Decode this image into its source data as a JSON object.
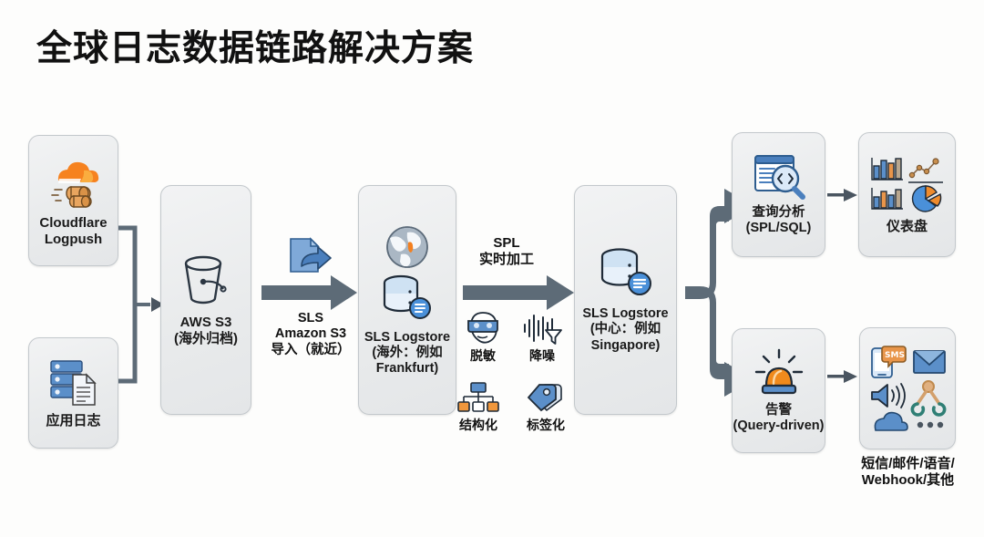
{
  "title": "全球日志数据链路解决方案",
  "colors": {
    "background": "#fdfdfc",
    "node_fill": "#eceeef",
    "node_border": "#c3c8cc",
    "arrow_thick": "#5d6b77",
    "arrow_thin": "#4a5560",
    "accent_orange": "#f38020",
    "accent_blue": "#5b8fc9",
    "text": "#111111"
  },
  "nodes": {
    "cloudflare": {
      "label": "Cloudflare\nLogpush",
      "icon": "cloudflare-logpush-icon"
    },
    "app_logs": {
      "label": "应用日志",
      "icon": "server-document-icon"
    },
    "aws_s3": {
      "label": "AWS S3\n(海外归档)",
      "icon": "s3-bucket-icon"
    },
    "sls_overseas": {
      "label": "SLS Logstore\n(海外：例如\nFrankfurt)",
      "icon": "globe-database-icon"
    },
    "sls_center": {
      "label": "SLS Logstore\n(中心：例如\nSingapore)",
      "icon": "database-icon"
    },
    "query": {
      "label": "查询分析\n(SPL/SQL)",
      "icon": "search-code-icon"
    },
    "dashboard": {
      "label": "仪表盘",
      "icon": "charts-icon"
    },
    "alert": {
      "label": "告警\n(Query-driven)",
      "icon": "siren-icon"
    },
    "channels": {
      "label": "短信/邮件/语音/\nWebhook/其他",
      "icons": [
        "sms-icon",
        "email-icon",
        "voice-speaker-icon",
        "webhook-icon",
        "cloud-icon",
        "more-dots-icon"
      ]
    }
  },
  "edges": {
    "import": {
      "label": "SLS\nAmazon S3\n导入（就近）",
      "icon": "file-export-icon"
    },
    "spl": {
      "label": "SPL\n实时加工"
    }
  },
  "spl_features": [
    {
      "label": "脱敏",
      "icon": "mask-face-icon"
    },
    {
      "label": "降噪",
      "icon": "waveform-filter-icon"
    },
    {
      "label": "结构化",
      "icon": "hierarchy-tree-icon"
    },
    {
      "label": "标签化",
      "icon": "tags-icon"
    }
  ]
}
